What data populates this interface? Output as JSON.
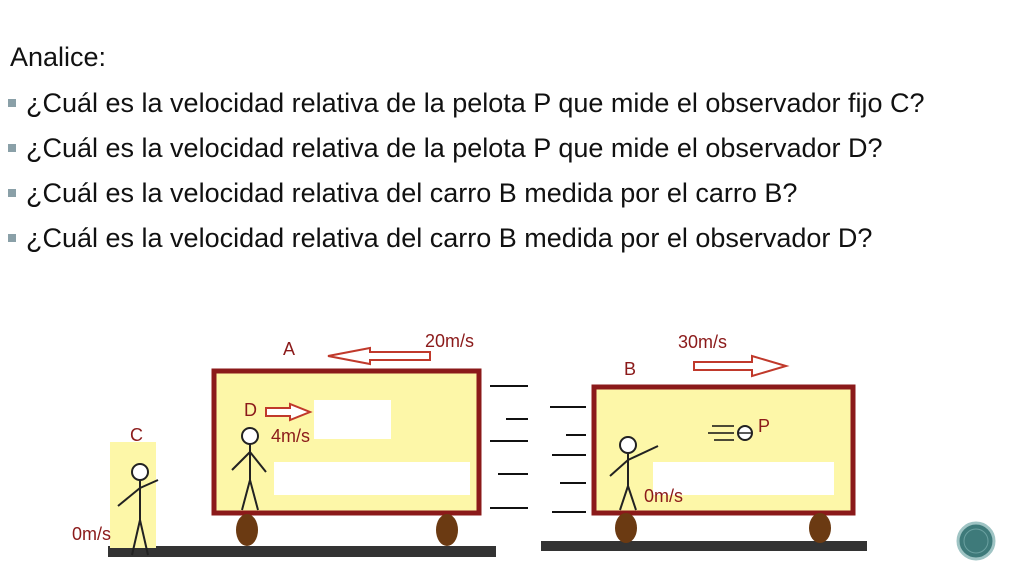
{
  "slide": {
    "heading": "Analice:",
    "questions": [
      "¿Cuál es la velocidad relativa de la pelota P que mide el observador fijo C?",
      "¿Cuál es la velocidad relativa de la pelota P que mide el observador D?",
      "¿Cuál es la velocidad relativa del carro B medida por el carro B?",
      "¿Cuál es la velocidad relativa del carro B medida por el observador D?"
    ]
  },
  "diagram": {
    "car_a": {
      "label": "A",
      "speed": "20m/s"
    },
    "car_b": {
      "label": "B",
      "speed": "30m/s"
    },
    "observer_c": {
      "label": "C",
      "speed": "0m/s"
    },
    "observer_d": {
      "label": "D",
      "speed": "4m/s"
    },
    "ball": {
      "label": "P"
    },
    "observer_b_speed": "0m/s",
    "colors": {
      "car_fill": "#fdf7a8",
      "car_border": "#8b1a1a",
      "label_text": "#8b1a1a",
      "wheel": "#6b3a12",
      "ground": "#333333",
      "arrow": "#c0392b",
      "observer_fill": "#fdf7a8"
    }
  }
}
